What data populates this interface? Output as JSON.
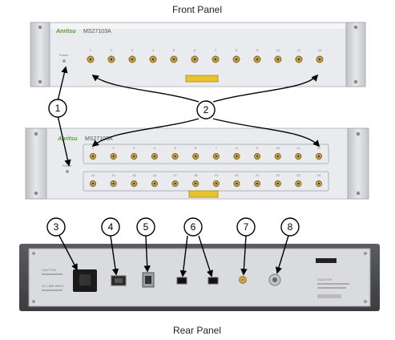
{
  "captions": {
    "front": "Front Panel",
    "rear": "Rear Panel"
  },
  "panel_top": {
    "brand": "Anritsu",
    "model": "MS27103A",
    "power_label": "Power",
    "port_numbers": [
      "1",
      "2",
      "3",
      "4",
      "5",
      "6",
      "7",
      "8",
      "9",
      "10",
      "11",
      "12"
    ]
  },
  "panel_mid": {
    "brand": "Anritsu",
    "model": "MS27103A",
    "power_label": "Power",
    "row1_numbers": [
      "1",
      "2",
      "3",
      "4",
      "5",
      "6",
      "7",
      "8",
      "9",
      "10",
      "11",
      "12"
    ],
    "row2_numbers": [
      "13",
      "14",
      "15",
      "16",
      "17",
      "18",
      "19",
      "20",
      "21",
      "22",
      "23",
      "24"
    ]
  },
  "rear_panel": {
    "left_label_1": "CAUTION",
    "left_label_2": "AC LINE INPUT",
    "right_label": "CAUTION"
  },
  "callouts": [
    "1",
    "2",
    "3",
    "4",
    "5",
    "6",
    "7",
    "8"
  ],
  "colors": {
    "panel": "#e8eaee",
    "rack_ear": "#d2d4d8",
    "connector": "#c9a24a",
    "warning_label": "#e8c32e",
    "rear_chassis": "#4a4c50",
    "rear_plate": "#d6d8dc"
  }
}
